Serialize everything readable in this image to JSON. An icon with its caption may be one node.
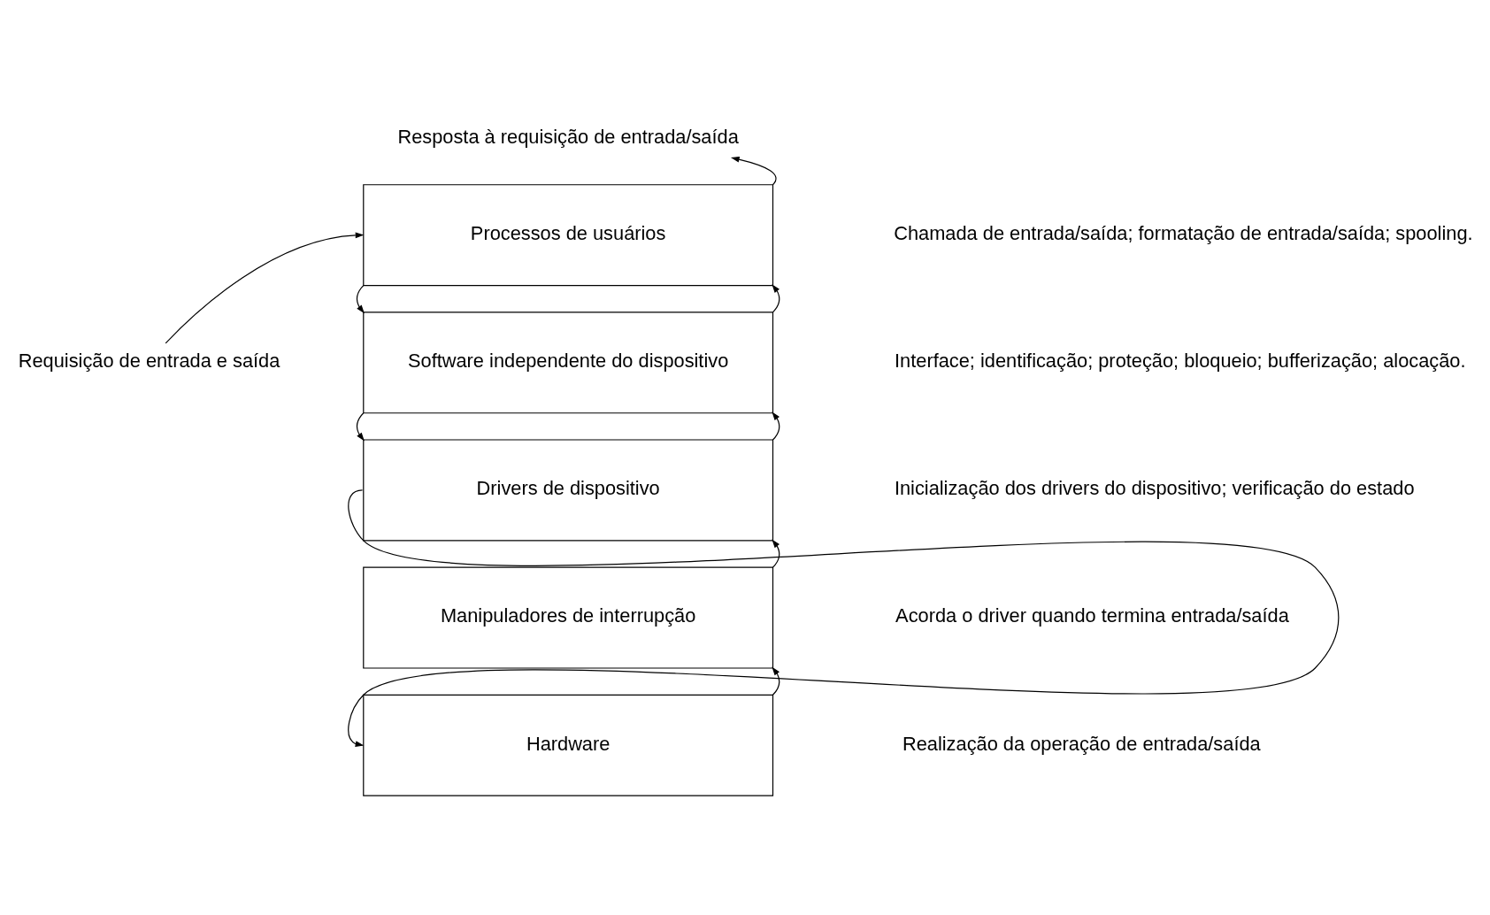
{
  "diagram": {
    "nodes": [
      {
        "text": [
          "Requisição de entrada e saída"
        ]
      },
      {
        "text": [
          "Processos de usuários"
        ]
      },
      {
        "text": [
          "Software independente do dispositivo"
        ]
      },
      {
        "text": [
          "Drivers de dispositivo"
        ]
      },
      {
        "text": [
          "Manipuladores de interrupção"
        ]
      },
      {
        "text": [
          "Hardware"
        ]
      },
      {
        "text": [
          "Resposta à requisição de entrada/saída"
        ]
      }
    ],
    "edges": [
      {
        "from": 0,
        "to": 1,
        "arrow": "to"
      },
      {
        "from": 1,
        "to": 2,
        "arrow": "to"
      },
      {
        "from": 2,
        "to": 3,
        "arrow": "to"
      },
      {
        "from": 3,
        "to": 5,
        "arrow": "to"
      },
      {
        "from": 5,
        "to": 4,
        "arrow": "to"
      },
      {
        "from": 4,
        "to": 3,
        "arrow": "to"
      },
      {
        "from": 3,
        "to": 2,
        "arrow": "to"
      },
      {
        "from": 2,
        "to": 1,
        "arrow": "to"
      },
      {
        "from": 1,
        "to": 6,
        "arrow": "to"
      }
    ],
    "labels": [
      "Chamada de entrada/saída; formatação de entrada/saída; spooling.",
      "Interface; identificação; proteção; bloqueio; bufferização; alocação.",
      "Inicialização dos drivers do dispositivo; verificação do estado",
      "Acorda o driver quando termina entrada/saída",
      "Realização da operação de entrada/saída"
    ]
  }
}
